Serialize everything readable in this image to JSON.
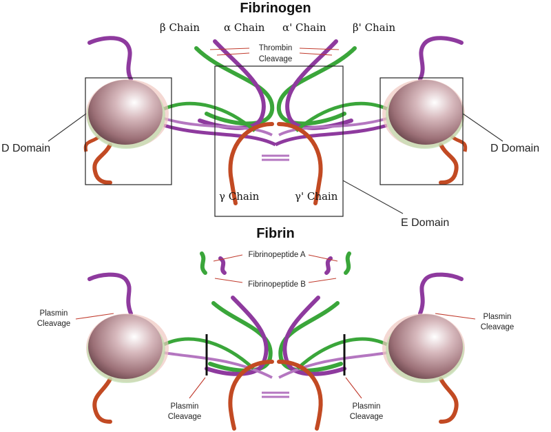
{
  "fibrinogen": {
    "title": "Fibrinogen",
    "chains": {
      "beta": "β Chain",
      "alpha": "α Chain",
      "alpha_prime": "α' Chain",
      "beta_prime": "β' Chain",
      "gamma": "γ Chain",
      "gamma_prime": "γ' Chain"
    },
    "thrombin_line1": "Thrombin",
    "thrombin_line2": "Cleavage",
    "d_domain_left": "D Domain",
    "d_domain_right": "D Domain",
    "e_domain": "E Domain"
  },
  "fibrin": {
    "title": "Fibrin",
    "fibrinopeptide_a": "Fibrinopeptide A",
    "fibrinopeptide_b": "Fibrinopeptide B",
    "plasmin_line1": "Plasmin",
    "plasmin_line2": "Cleavage"
  },
  "colors": {
    "alpha_chain": "#8e3a9e",
    "beta_chain": "#3aa63a",
    "gamma_chain": "#c24a23",
    "globule": "#a98287"
  }
}
